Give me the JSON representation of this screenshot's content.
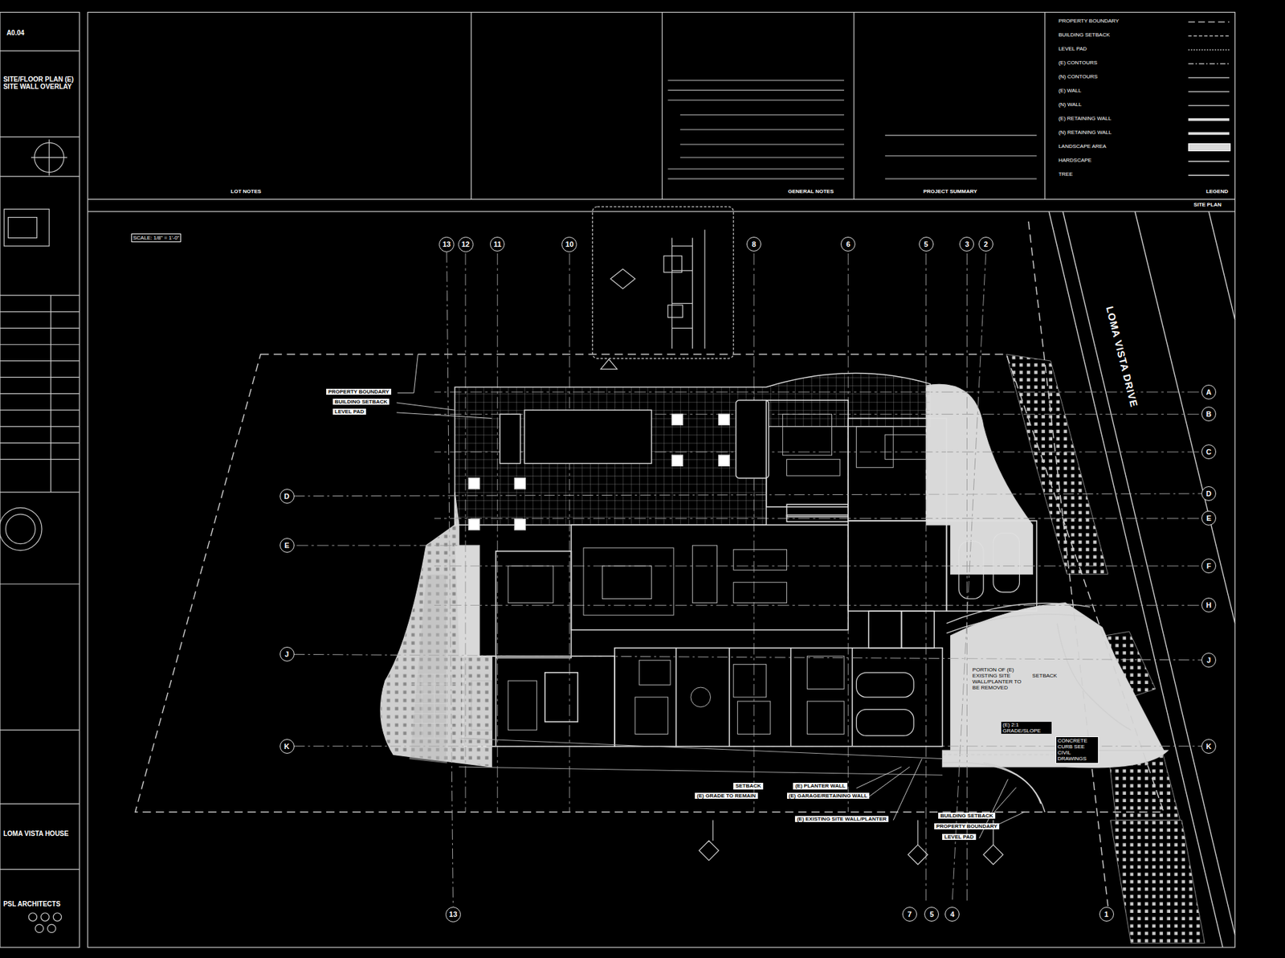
{
  "diagram": {
    "nodes": [
      {
        "text": [
          "13"
        ]
      },
      {
        "text": [
          "12"
        ]
      },
      {
        "text": [
          "11"
        ]
      },
      {
        "text": [
          "10"
        ]
      },
      {
        "text": [
          "8"
        ]
      },
      {
        "text": [
          "6"
        ]
      },
      {
        "text": [
          "5"
        ]
      },
      {
        "text": [
          "3"
        ]
      },
      {
        "text": [
          "2"
        ]
      },
      {
        "text": [
          "A"
        ]
      },
      {
        "text": [
          "B"
        ]
      },
      {
        "text": [
          "C"
        ]
      },
      {
        "text": [
          "D"
        ]
      },
      {
        "text": [
          "E"
        ]
      },
      {
        "text": [
          "F"
        ]
      },
      {
        "text": [
          "H"
        ]
      },
      {
        "text": [
          "J"
        ]
      },
      {
        "text": [
          "K"
        ]
      },
      {
        "text": [
          "13"
        ]
      },
      {
        "text": [
          "7"
        ]
      },
      {
        "text": [
          "5"
        ]
      },
      {
        "text": [
          "4"
        ]
      },
      {
        "text": [
          "1"
        ]
      },
      {
        "text": [
          "D"
        ]
      },
      {
        "text": [
          "E"
        ]
      },
      {
        "text": [
          "J"
        ]
      },
      {
        "text": [
          "K"
        ]
      }
    ],
    "edges": [
      {
        "from": 23,
        "to": 12,
        "arrow": "none"
      },
      {
        "from": 25,
        "to": 16,
        "arrow": "none"
      },
      {
        "from": 26,
        "to": 17,
        "arrow": "none"
      },
      {
        "from": 0,
        "to": 18,
        "arrow": "none"
      }
    ],
    "labels": [
      "A0.04",
      "SITE/FLOOR PLAN (E) SITE WALL OVERLAY",
      "LOMA VISTA HOUSE",
      "PSL ARCHITECTS",
      "LOT NOTES",
      "GENERAL NOTES",
      "PROJECT SUMMARY",
      "LEGEND",
      "SITE PLAN",
      "SCALE: 1/8\" = 1'-0\"",
      "LOMA VISTA DRIVE",
      "PROPERTY BOUNDARY",
      "BUILDING SETBACK",
      "LEVEL PAD",
      "(E) PLANTER WALL",
      "SETBACK",
      "(E) GARAGE/RETAINING WALL",
      "(E) GRADE TO REMAIN",
      "(E) EXISTING SITE WALL/PLANTER",
      "BUILDING SETBACK",
      "PROPERTY BOUNDARY",
      "LEVEL PAD",
      "CONCRETE CURB SEE CIVIL DRAWINGS",
      "(E) 2:1 GRADE/SLOPE",
      "PORTION OF (E) EXISTING SITE WALL/PLANTER TO BE REMOVED",
      "SETBACK"
    ],
    "legend": [
      {
        "text": "PROPERTY BOUNDARY"
      },
      {
        "text": "BUILDING SETBACK"
      },
      {
        "text": "LEVEL PAD"
      },
      {
        "text": "(E) CONTOURS"
      },
      {
        "text": "(N) CONTOURS"
      },
      {
        "text": "(E) WALL"
      },
      {
        "text": "(N) WALL"
      },
      {
        "text": "(E) RETAINING WALL"
      },
      {
        "text": "(N) RETAINING WALL"
      },
      {
        "text": "LANDSCAPE AREA",
        "color": "#d9d9d9"
      },
      {
        "text": "HARDSCAPE"
      },
      {
        "text": "TREE"
      }
    ]
  }
}
